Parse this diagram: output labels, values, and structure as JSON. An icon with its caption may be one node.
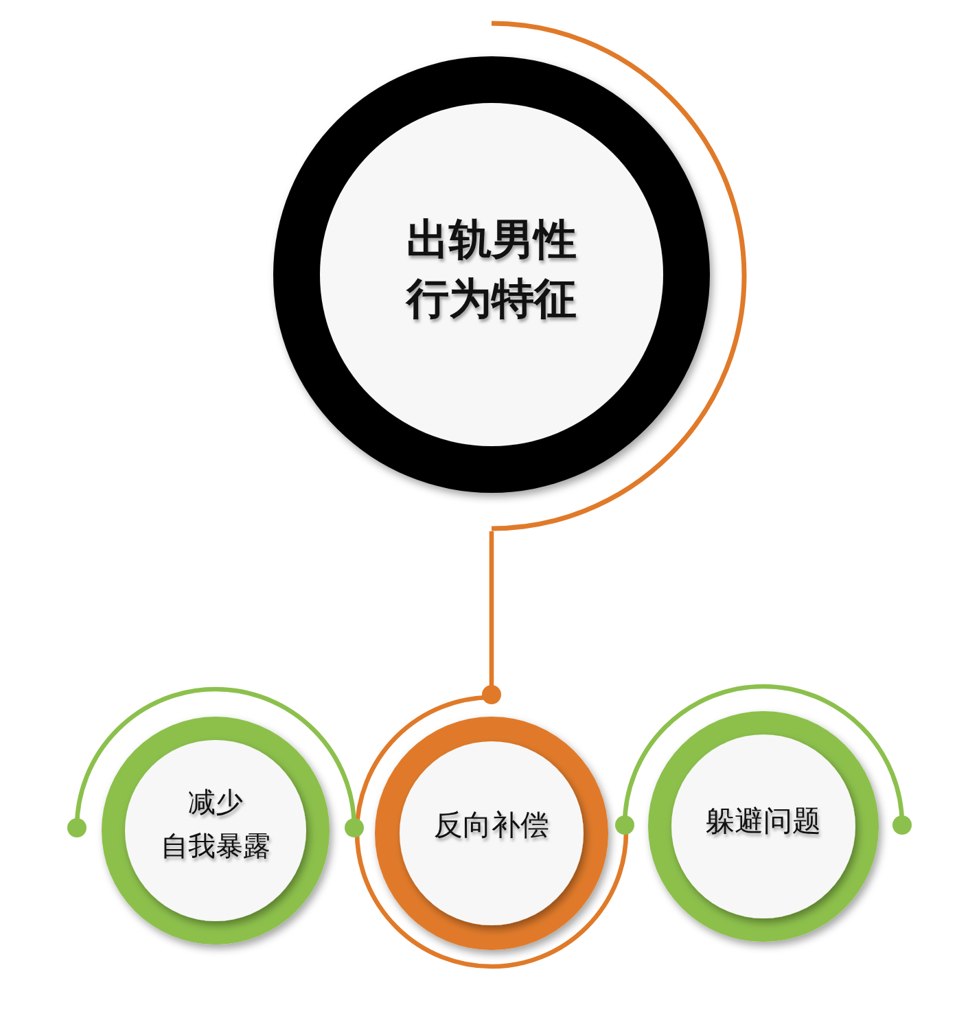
{
  "diagram": {
    "nodes": [
      {
        "text": [
          "出轨男性行为特征"
        ]
      },
      {
        "text": [
          "减少自我暴露"
        ]
      },
      {
        "text": [
          "反向补偿"
        ]
      },
      {
        "text": [
          "躲避问题"
        ]
      }
    ],
    "edges": [
      {
        "from": 0,
        "to": 2,
        "arrow": "other"
      }
    ]
  }
}
